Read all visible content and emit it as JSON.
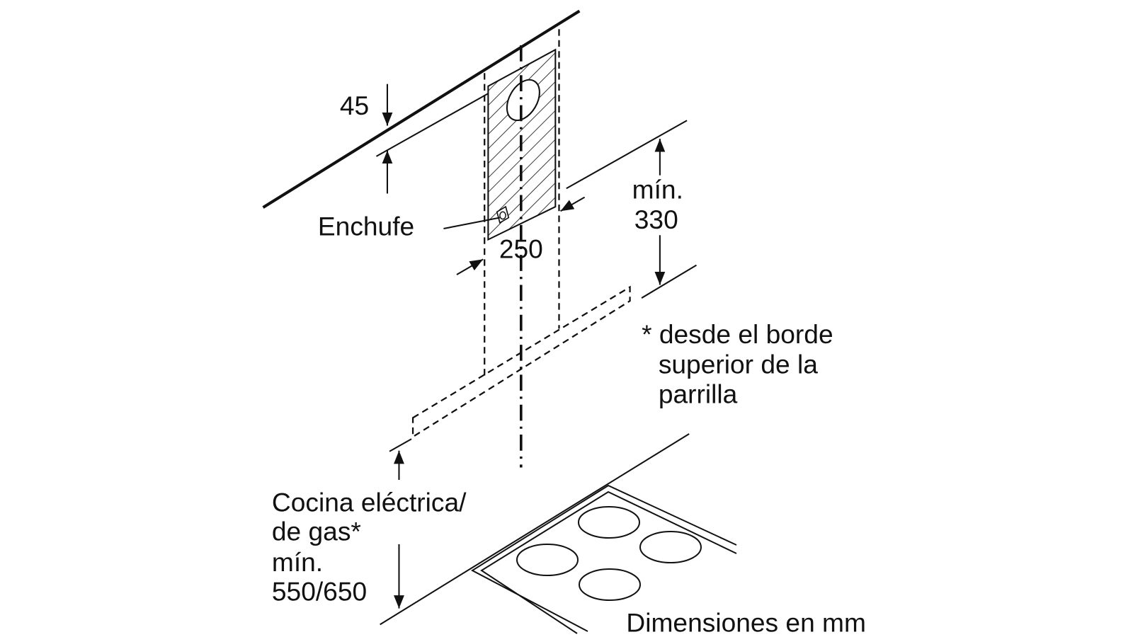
{
  "labels": {
    "dim_45": "45",
    "socket": "Enchufe",
    "dim_250": "250",
    "min_330_line1": "mín.",
    "min_330_line2": "330",
    "note_line1": "* desde el borde",
    "note_line2": "superior de la",
    "note_line3": "parrilla",
    "cooktop_line1": "Cocina eléctrica/",
    "cooktop_line2": "de gas*",
    "cooktop_line3": "mín.",
    "cooktop_line4": "550/650",
    "units": "Dimensiones en mm"
  }
}
